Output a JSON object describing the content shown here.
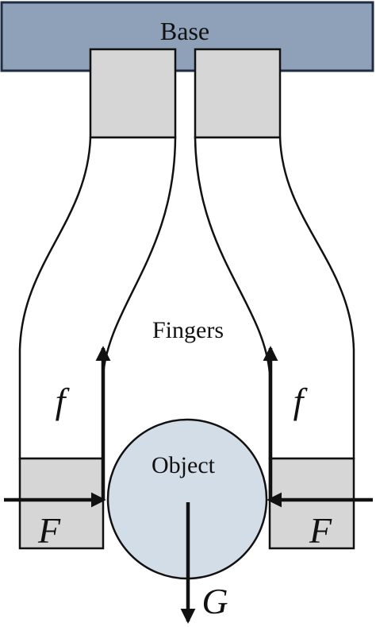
{
  "labels": {
    "base": "Base",
    "fingers": "Fingers",
    "object": "Object",
    "friction_left": "f",
    "friction_right": "f",
    "force_left": "F",
    "force_right": "F",
    "gravity": "G"
  },
  "colors": {
    "base_fill": "#8fa1b8",
    "base_stroke": "#1f2d44",
    "block_fill": "#d6d6d6",
    "object_fill": "#d3dde8",
    "line": "#111111"
  }
}
